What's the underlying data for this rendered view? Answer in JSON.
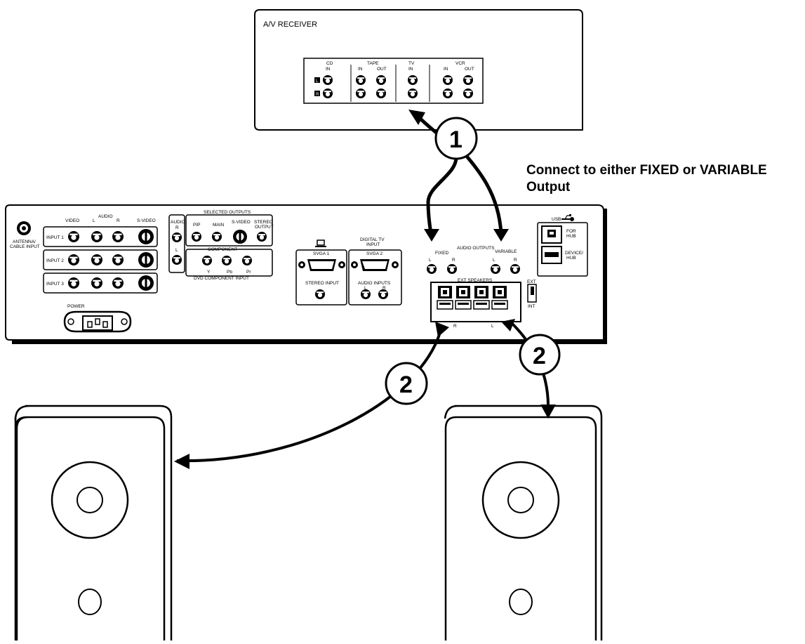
{
  "receiver": {
    "title": "A/V RECEIVER",
    "jack_groups": [
      {
        "name": "CD",
        "sub": [
          "IN"
        ]
      },
      {
        "name": "TAPE",
        "sub": [
          "IN",
          "OUT"
        ]
      },
      {
        "name": "TV",
        "sub": [
          "IN"
        ]
      },
      {
        "name": "VCR",
        "sub": [
          "IN",
          "OUT"
        ]
      }
    ],
    "channel_labels": [
      "L",
      "R"
    ]
  },
  "instruction": {
    "line1": "Connect to either FIXED or VARIABLE",
    "line2": "Output"
  },
  "steps": {
    "step1": "1",
    "step2a": "2",
    "step2b": "2"
  },
  "tv_panel": {
    "antenna_label_1": "ANTENNA/",
    "antenna_label_2": "CABLE INPUT",
    "video_label": "VIDEO",
    "audio_label": "AUDIO",
    "audio_l": "L",
    "audio_r": "R",
    "svideo_label": "S-VIDEO",
    "input_rows": [
      "INPUT 1",
      "INPUT 2",
      "INPUT 3"
    ],
    "power_label": "POWER",
    "audio_block_label": "AUDIO",
    "audio_block_r": "R",
    "audio_block_l": "L",
    "selected_outputs_label": "SELECTED OUTPUTS",
    "pip_label": "PIP",
    "main_label": "MAIN",
    "svideo2_label": "S-VIDEO",
    "stereo_output_1": "STEREO",
    "stereo_output_2": "OUTPUT",
    "component_label": "COMPONENT",
    "y_label": "Y",
    "pb_label": "Pb",
    "pr_label": "Pr",
    "dvd_component_label": "DVD COMPONENT INPUT",
    "svga1_label": "SVGA 1",
    "stereo_input_label": "STEREO INPUT",
    "digital_tv_1": "DIGITAL TV",
    "digital_tv_2": "INPUT",
    "svga2_label": "SVGA 2",
    "audio_inputs_label": "AUDIO INPUTS",
    "audio_inputs_l": "L",
    "audio_inputs_r": "R",
    "audio_outputs_label": "AUDIO OUTPUTS",
    "fixed_label": "FIXED",
    "variable_label": "VARIABLE",
    "fixed_l": "L",
    "fixed_r": "R",
    "variable_l": "L",
    "variable_r": "R",
    "ext_speakers_label": "EXT SPEAKERS",
    "speaker_r": "R",
    "speaker_l": "L",
    "usb_label": "USB",
    "for_hub_1": "FOR",
    "for_hub_2": "HUB",
    "device_hub_1": "DEVICE/",
    "device_hub_2": "HUB",
    "ext_label": "EXT",
    "int_label": "INT"
  },
  "icons": [
    "monitor-icon",
    "usb-icon"
  ]
}
